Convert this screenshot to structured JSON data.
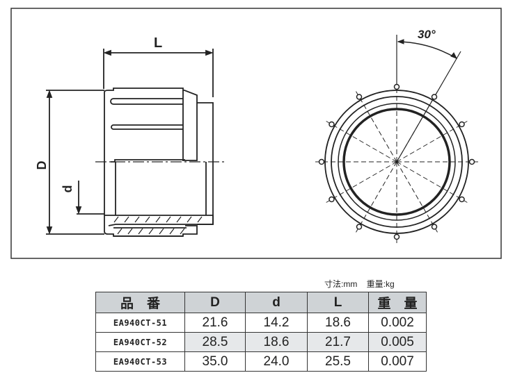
{
  "drawing": {
    "labels": {
      "L": "L",
      "D": "D",
      "d": "d",
      "angle": "30°"
    }
  },
  "units": {
    "dimension": "寸法:mm",
    "weight": "重量:kg"
  },
  "table": {
    "headers": [
      "品　番",
      "D",
      "d",
      "L",
      "重　量"
    ],
    "rows": [
      {
        "code": "EA940CT-51",
        "D": "21.6",
        "d": "14.2",
        "L": "18.6",
        "weight": "0.002"
      },
      {
        "code": "EA940CT-52",
        "D": "28.5",
        "d": "18.6",
        "L": "21.7",
        "weight": "0.005"
      },
      {
        "code": "EA940CT-53",
        "D": "35.0",
        "d": "24.0",
        "L": "25.5",
        "weight": "0.007"
      }
    ]
  }
}
